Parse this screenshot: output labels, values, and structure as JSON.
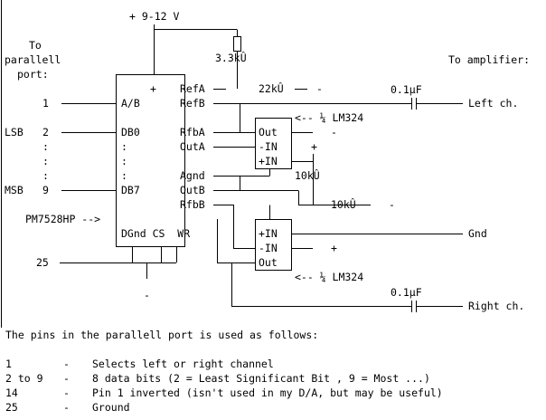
{
  "supply": {
    "label": "+ 9-12 V"
  },
  "left_labels": {
    "to_parallel_port": [
      "To",
      "parallell",
      "port:"
    ],
    "pin1": "1",
    "lsb": "LSB",
    "pin2": "2",
    "dots": [
      ":",
      ":",
      ":"
    ],
    "msb": "MSB",
    "pin9": "9",
    "dac_name": "PM7528HP -->",
    "pin25": "25"
  },
  "dac": {
    "plus": "+",
    "left_pins": [
      "A/B",
      "DB0",
      ":",
      ":",
      ":",
      "DB7"
    ],
    "right_pins": [
      "RefA",
      "RefB",
      "RfbA",
      "OutA",
      "Agnd",
      "OutB",
      "RfbB"
    ],
    "bottom_pins": "DGnd CS  WR"
  },
  "opamp_a": {
    "pins": [
      "Out",
      "-IN",
      "+IN"
    ],
    "label": "<-- ¼ LM324"
  },
  "opamp_b": {
    "pins": [
      "+IN",
      "-IN",
      "Out"
    ],
    "label": "<-- ¼ LM324"
  },
  "components": {
    "r_top": "3.3kÛ",
    "r_ref": "22kÛ",
    "r_mid": "10kÛ",
    "r_gnd": "10kÛ",
    "c_left": "0.1µF",
    "c_right": "0.1µF",
    "minus": "-",
    "plus": "+"
  },
  "right_labels": {
    "to_amplifier": "To amplifier:",
    "left_ch": "Left ch.",
    "gnd": "Gnd",
    "right_ch": "Right ch."
  },
  "legend": {
    "intro": "The pins in the parallell port is used as follows:",
    "rows": [
      {
        "pin": "1",
        "dash": "-",
        "desc": "Selects left or right channel"
      },
      {
        "pin": "2 to 9",
        "dash": "-",
        "desc": "8 data bits (2 = Least Significant Bit , 9 = Most ...)"
      },
      {
        "pin": "14",
        "dash": "-",
        "desc": "Pin 1 inverted (isn't used in my D/A, but may be useful)"
      },
      {
        "pin": "25",
        "dash": "-",
        "desc": "Ground"
      }
    ]
  }
}
